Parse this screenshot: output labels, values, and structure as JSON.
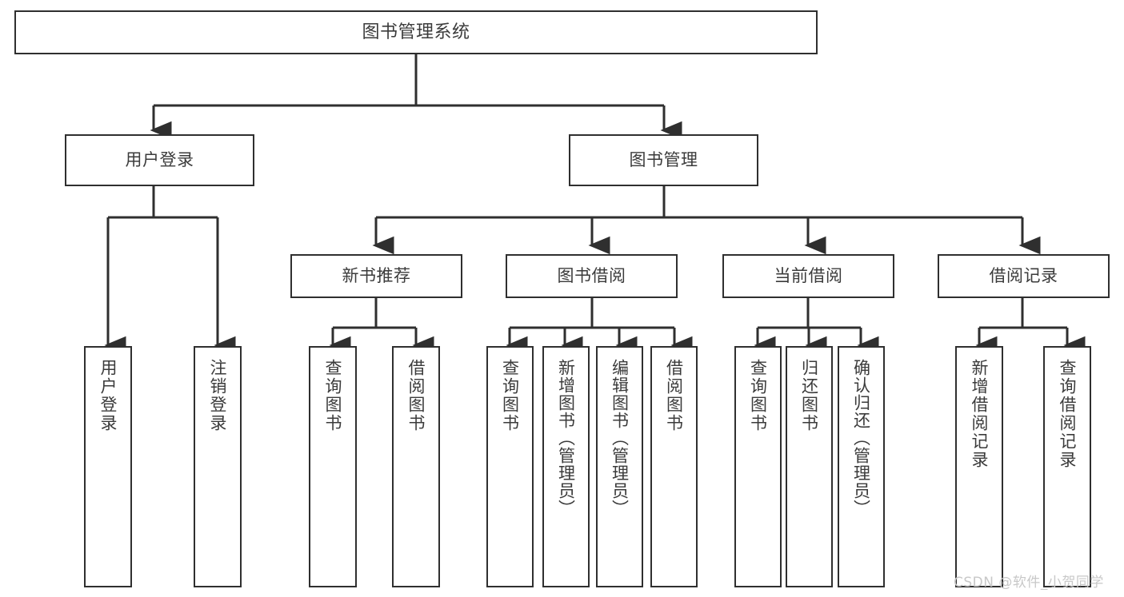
{
  "diagram": {
    "title": "图书管理系统",
    "type": "tree",
    "style": {
      "box_border_color": "#2f2f2f",
      "box_fill_color": "#ffffff",
      "text_color": "#3b3b3b",
      "edge_color": "#2f2f2f",
      "background_color": "#ffffff",
      "watermark_color": "#c8c8c8"
    },
    "watermark": "CSDN @软件_小贺同学",
    "nodes": {
      "root": {
        "label": "图书管理系统"
      },
      "level2": [
        {
          "label": "用户登录"
        },
        {
          "label": "图书管理"
        }
      ],
      "level3": [
        {
          "label": "新书推荐"
        },
        {
          "label": "图书借阅"
        },
        {
          "label": "当前借阅"
        },
        {
          "label": "借阅记录"
        }
      ],
      "leaves": {
        "user_login": [
          {
            "label": "用户登录"
          },
          {
            "label": "注销登录"
          }
        ],
        "new_book_recommend": [
          {
            "label": "查询图书"
          },
          {
            "label": "借阅图书"
          }
        ],
        "book_borrow": [
          {
            "label": "查询图书"
          },
          {
            "label": "新增图书（管理员）"
          },
          {
            "label": "编辑图书（管理员）"
          },
          {
            "label": "借阅图书"
          }
        ],
        "current_borrow": [
          {
            "label": "查询图书"
          },
          {
            "label": "归还图书"
          },
          {
            "label": "确认归还（管理员）"
          }
        ],
        "borrow_record": [
          {
            "label": "新增借阅记录"
          },
          {
            "label": "查询借阅记录"
          }
        ]
      }
    }
  }
}
